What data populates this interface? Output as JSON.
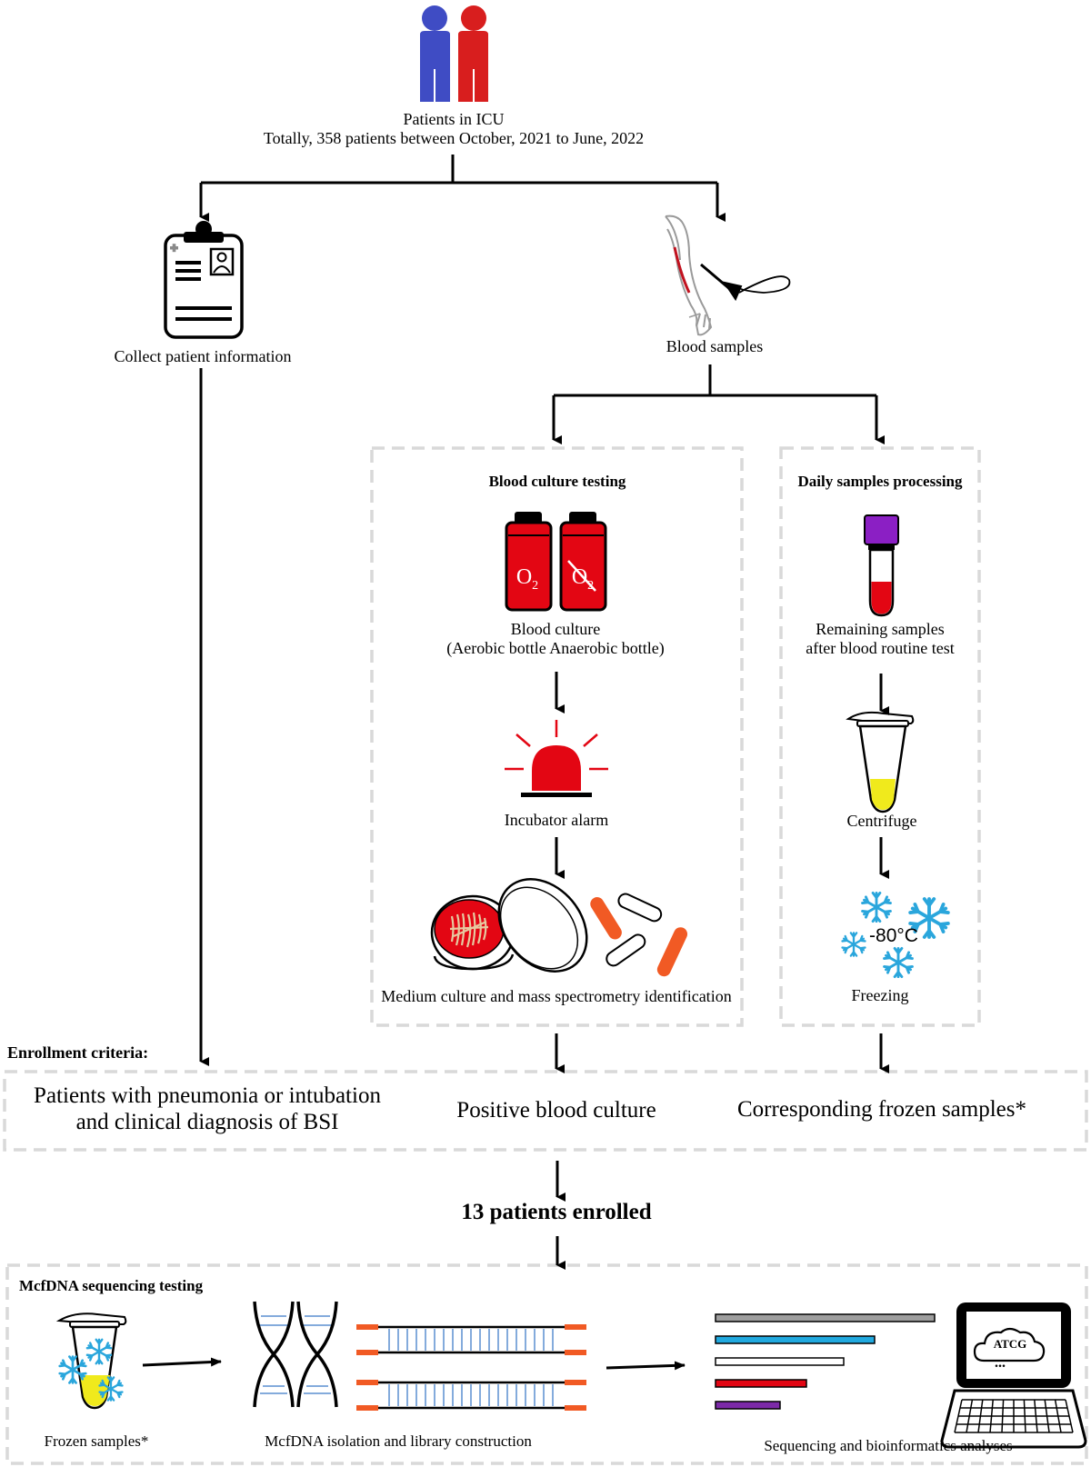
{
  "top": {
    "line1": "Patients in ICU",
    "line2": "Totally, 358 patients between October, 2021 to June, 2022"
  },
  "branches": {
    "collect_info": "Collect patient information",
    "blood_samples": "Blood samples"
  },
  "blood_culture_box": {
    "title": "Blood culture testing",
    "bottle_aerobic": "O",
    "bottle_anaerobic": "O",
    "bottle_subscript": "2",
    "bottle_caption_1": "Blood culture",
    "bottle_caption_2": "(Aerobic bottle Anaerobic bottle)",
    "alarm_caption": "Incubator alarm",
    "medium_caption": "Medium culture and mass spectrometry identification"
  },
  "daily_box": {
    "title": "Daily samples processing",
    "remaining_1": "Remaining samples",
    "remaining_2": "after blood routine test",
    "centrifuge": "Centrifuge",
    "temperature": "-80°C",
    "freezing": "Freezing"
  },
  "enrollment": {
    "heading": "Enrollment criteria:",
    "criteria_1_line1": "Patients with pneumonia or intubation",
    "criteria_1_line2": "and clinical diagnosis of BSI",
    "criteria_2": "Positive blood culture",
    "criteria_3": "Corresponding frozen samples*",
    "result": "13 patients enrolled"
  },
  "sequencing": {
    "title": "McfDNA sequencing testing",
    "frozen": "Frozen samples*",
    "isolation": "McfDNA isolation and library construction",
    "analysis": "Sequencing and bioinformatics analyses",
    "screen_text": "ATCG",
    "screen_dots": "..."
  },
  "colors": {
    "male": "#3f4cc4",
    "female": "#d81e1e",
    "blood": "#e30613",
    "dashed_border": "#d9d9d9",
    "snowflake": "#2aa6dc",
    "tube_cap": "#8b1fc4",
    "yellow": "#f0ea1c",
    "orange": "#f15a24",
    "dna_blue": "#5b8fd0"
  }
}
